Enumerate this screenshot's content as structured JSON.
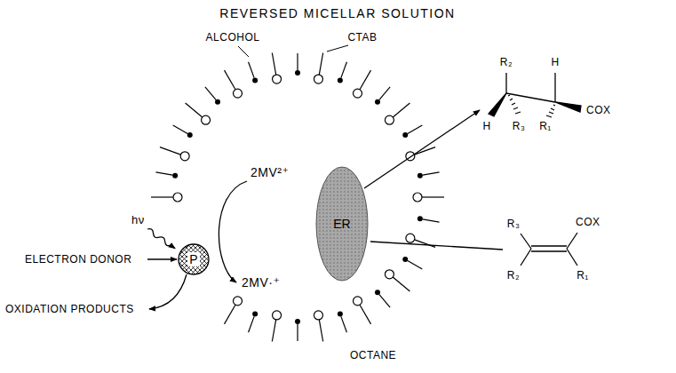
{
  "diagram": {
    "title": "REVERSED MICELLAR SOLUTION",
    "nodes": [
      {
        "text": [
          "P"
        ]
      },
      {
        "text": [
          "ER"
        ]
      }
    ],
    "labels": [
      "ALCOHOL",
      "CTAB",
      "hν",
      "ELECTRON DONOR",
      "OXIDATION PRODUCTS",
      "2MV²⁺",
      "2MV·⁺",
      "OCTANE",
      "R₂",
      "H",
      "H",
      "R₃",
      "R₁",
      "COX",
      "R₃",
      "COX",
      "R₂",
      "R₁"
    ]
  }
}
